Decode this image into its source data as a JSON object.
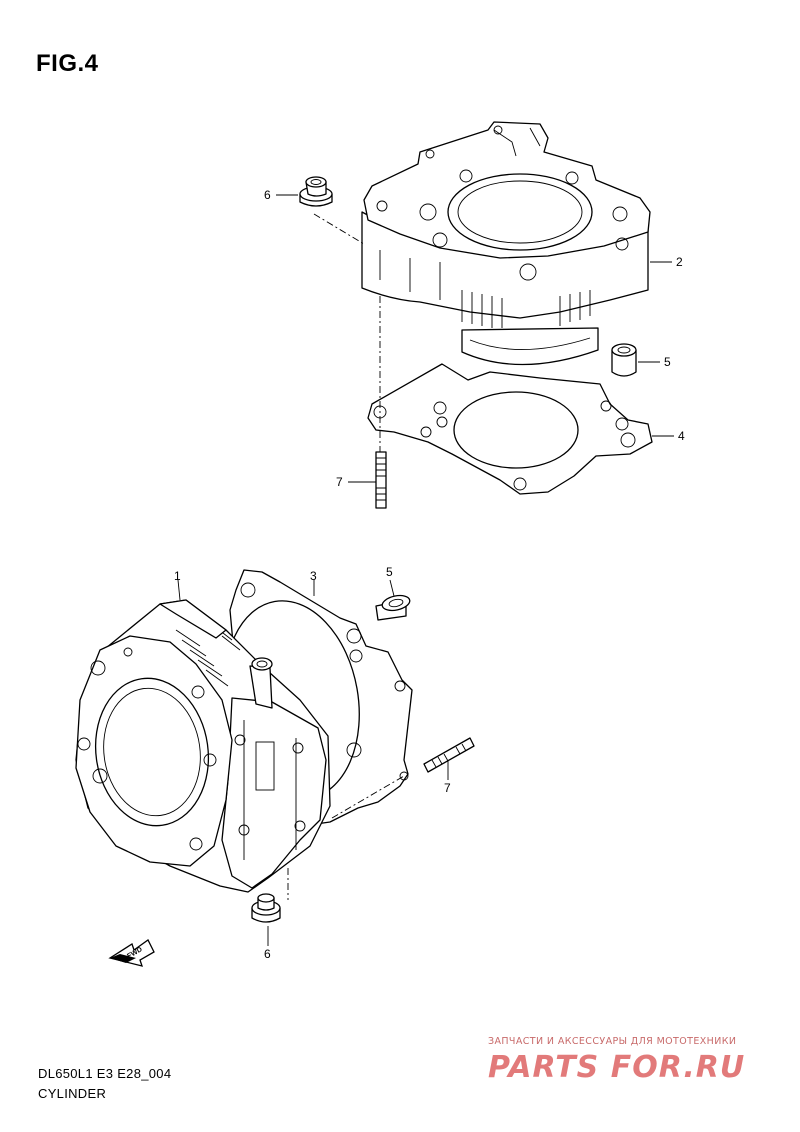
{
  "figure": {
    "title": "FIG.4"
  },
  "callouts": {
    "top": [
      "6",
      "2",
      "5",
      "4",
      "7"
    ],
    "bottom": [
      "1",
      "3",
      "5",
      "7",
      "6"
    ]
  },
  "fwd_label": "FWD",
  "footer": {
    "model_code": "DL650L1 E3 E28_004",
    "caption": "CYLINDER"
  },
  "watermark": {
    "subtitle": "ЗАПЧАСТИ И АКСЕССУАРЫ ДЛЯ МОТОТЕХНИКИ",
    "brand": "PARTS FOR.RU"
  },
  "colors": {
    "line": "#000000",
    "background": "#ffffff",
    "watermark": "#e27a7a"
  }
}
